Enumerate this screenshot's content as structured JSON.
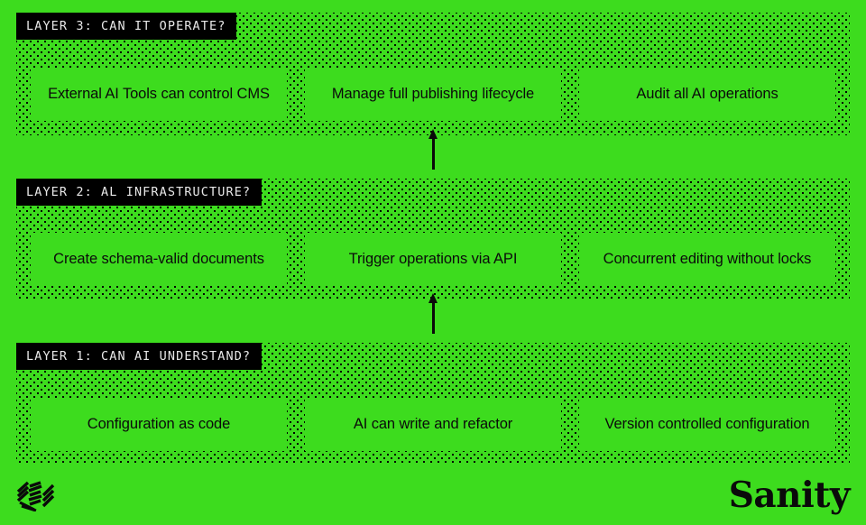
{
  "slide": {
    "background_color": "#3ddc1e",
    "ink_color": "#0a0a0a",
    "tag_background": "#000000",
    "tag_text_color": "#e8e8e8"
  },
  "layers": [
    {
      "tag": "LAYER 3: CAN IT OPERATE?",
      "cards": [
        "External AI Tools can control CMS",
        "Manage full publishing lifecycle",
        "Audit all AI operations"
      ]
    },
    {
      "tag": "LAYER 2: AL INFRASTRUCTURE?",
      "cards": [
        "Create schema-valid documents",
        "Trigger operations via API",
        "Concurrent editing without locks"
      ]
    },
    {
      "tag": "LAYER 1: CAN AI UNDERSTAND?",
      "cards": [
        "Configuration as code",
        "AI can write and refactor",
        "Version controlled configuration"
      ]
    }
  ],
  "connectors": [
    {
      "name": "arrow-layer1-to-layer2",
      "direction": "up"
    },
    {
      "name": "arrow-layer2-to-layer3",
      "direction": "up"
    }
  ],
  "footer": {
    "logo_mark": "sanity-scribble-icon",
    "wordmark": "Sanity"
  }
}
